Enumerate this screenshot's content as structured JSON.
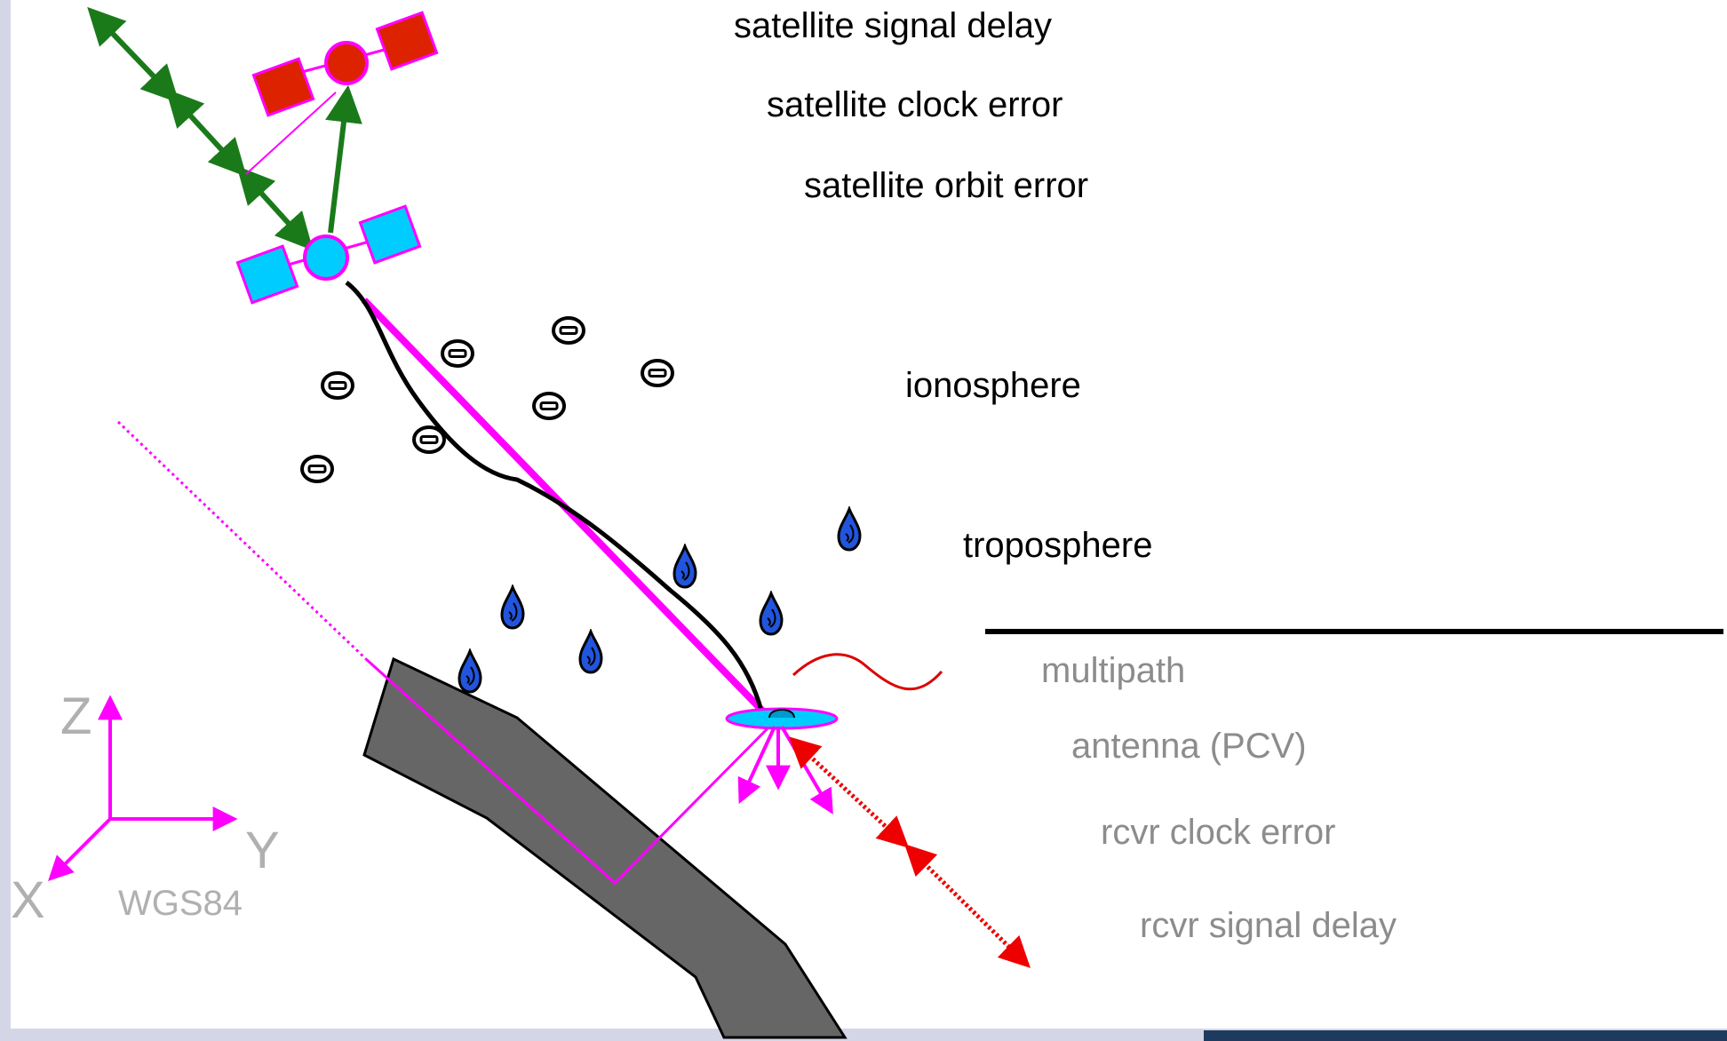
{
  "labels": {
    "satellite_signal_delay": "satellite signal delay",
    "satellite_clock_error": "satellite clock error",
    "satellite_orbit_error": "satellite orbit error",
    "ionosphere": "ionosphere",
    "troposphere": "troposphere",
    "multipath": "multipath",
    "antenna_pcv": "antenna (PCV)",
    "rcvr_clock_error": "rcvr clock error",
    "rcvr_signal_delay": "rcvr signal delay"
  },
  "frame": {
    "axis_z": "Z",
    "axis_y": "Y",
    "axis_x": "X",
    "name": "WGS84"
  },
  "colors": {
    "magenta": "#ff00ff",
    "green": "#1a7a1a",
    "red": "#dd0000",
    "satellite_red": "#dd2200",
    "satellite_cyan": "#00ccff",
    "terrain": "#666666",
    "drop_blue": "#2255dd",
    "grey_text": "#8c8c8c",
    "sidebar": "#d4d6e8",
    "bottom_bar": "#1f3a5f"
  }
}
